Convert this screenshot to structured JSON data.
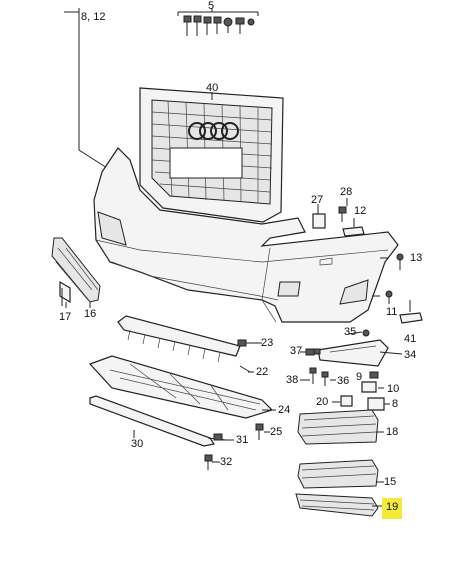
{
  "labels": {
    "l_8_12": "8, 12",
    "l_5": "5",
    "l_40": "40",
    "l_28": "28",
    "l_27": "27",
    "l_12": "12",
    "l_13": "13",
    "l_11": "11",
    "l_17": "17",
    "l_16": "16",
    "l_23": "23",
    "l_41": "41",
    "l_35": "35",
    "l_34": "34",
    "l_37": "37",
    "l_22": "22",
    "l_38": "38",
    "l_36": "36",
    "l_9": "9",
    "l_10": "10",
    "l_20": "20",
    "l_8": "8",
    "l_24": "24",
    "l_25": "25",
    "l_18": "18",
    "l_30": "30",
    "l_31": "31",
    "l_32": "32",
    "l_15": "15",
    "l_19": "19"
  },
  "highlight_color": "#f5ea35"
}
